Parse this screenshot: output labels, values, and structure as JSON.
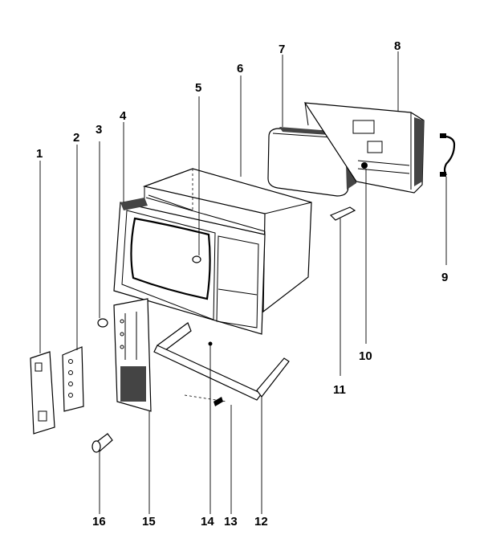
{
  "diagram": {
    "colors": {
      "line": "#000000",
      "background": "#ffffff"
    },
    "part_numbers": [
      "1",
      "2",
      "3",
      "4",
      "5",
      "6",
      "7",
      "8",
      "9",
      "10",
      "11",
      "12",
      "13",
      "14",
      "15",
      "16"
    ]
  }
}
